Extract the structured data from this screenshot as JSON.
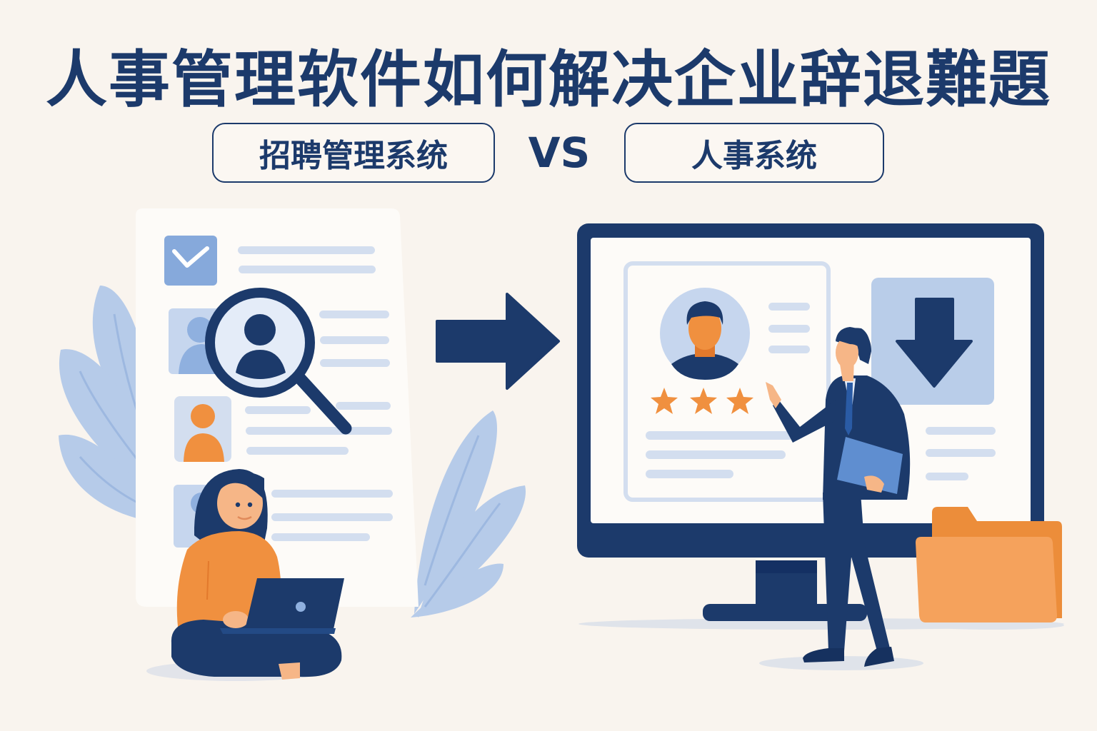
{
  "title": "人事管理软件如何解决企业辞退難題",
  "comparison": {
    "left_label": "招聘管理系统",
    "vs_label": "VS",
    "right_label": "人事系统"
  },
  "illustration": {
    "left_scene": {
      "description": "resume document with magnifying glass over candidate profile, woman sitting with laptop",
      "icons": [
        "document-icon",
        "checkbox-check-icon",
        "magnifier-person-icon",
        "person-avatar-icon",
        "laptop-icon",
        "leaf-icon"
      ]
    },
    "arrow": "arrow-right-icon",
    "right_scene": {
      "description": "monitor showing employee profile card with 3-star rating and download arrow, businessman pointing, orange folder",
      "rating_stars": 3,
      "icons": [
        "monitor-icon",
        "profile-card-icon",
        "star-icon",
        "download-arrow-icon",
        "folder-icon",
        "businessman-icon"
      ]
    }
  },
  "colors": {
    "navy": "#1c3a6b",
    "orange": "#f0903f",
    "light_blue": "#b9cde9",
    "mid_blue": "#8fb0df",
    "line_blue": "#d3deef",
    "background": "#f9f4ee",
    "paper": "#fdfbf8"
  }
}
